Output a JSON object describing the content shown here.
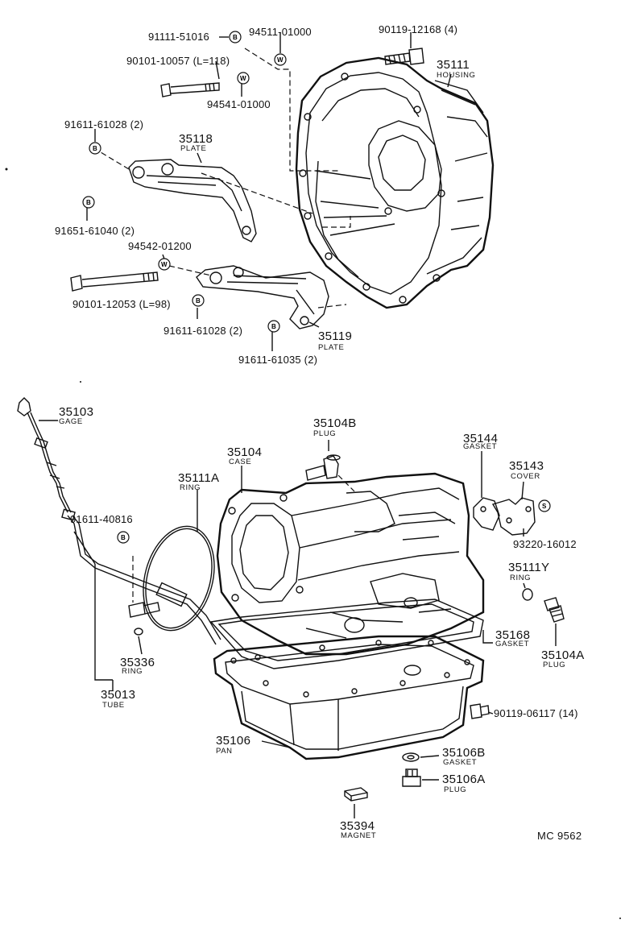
{
  "parts": {
    "p91111_51016": "91111-51016",
    "p94511_01000": "94511-01000",
    "p90119_12168": "90119-12168 (4)",
    "p35111_num": "35111",
    "p35111_name": "HOUSING",
    "p90101_10057": "90101-10057 (L=118)",
    "p94541_01000": "94541-01000",
    "p91611_61028_a": "91611-61028 (2)",
    "p35118_num": "35118",
    "p35118_name": "PLATE",
    "p91651_61040": "91651-61040 (2)",
    "p94542_01200": "94542-01200",
    "p90101_12053": "90101-12053 (L=98)",
    "p91611_61028_b": "91611-61028 (2)",
    "p35119_num": "35119",
    "p35119_name": "PLATE",
    "p91611_61035": "91611-61035 (2)",
    "p35103_num": "35103",
    "p35103_name": "GAGE",
    "p35104B_num": "35104B",
    "p35104B_name": "PLUG",
    "p35144_num": "35144",
    "p35144_name": "GASKET",
    "p35104_num": "35104",
    "p35104_name": "CASE",
    "p35143_num": "35143",
    "p35143_name": "COVER",
    "p35111A_num": "35111A",
    "p35111A_name": "RING",
    "p91611_40816": "91611-40816",
    "p93220_16012": "93220-16012",
    "p35111Y_num": "35111Y",
    "p35111Y_name": "RING",
    "p35168_num": "35168",
    "p35168_name": "GASKET",
    "p35104A_num": "35104A",
    "p35104A_name": "PLUG",
    "p35336_num": "35336",
    "p35336_name": "RING",
    "p35013_num": "35013",
    "p35013_name": "TUBE",
    "p90119_06117": "90119-06117 (14)",
    "p35106_num": "35106",
    "p35106_name": "PAN",
    "p35106B_num": "35106B",
    "p35106B_name": "GASKET",
    "p35106A_num": "35106A",
    "p35106A_name": "PLUG",
    "p35394_num": "35394",
    "p35394_name": "MAGNET"
  },
  "badges": {
    "b": "B",
    "w": "W",
    "s": "S"
  },
  "diagram_ref": "MC  9562"
}
